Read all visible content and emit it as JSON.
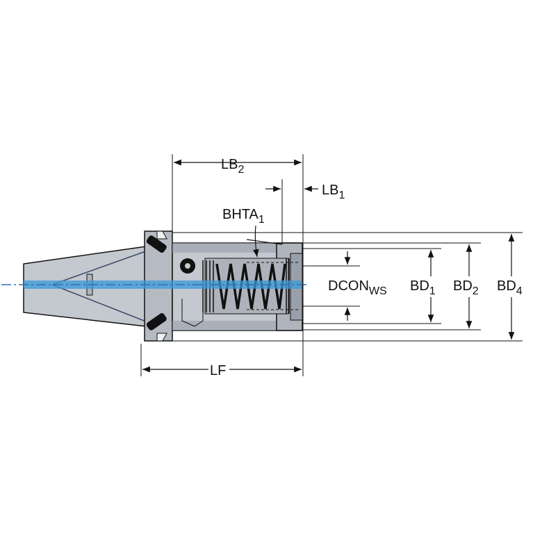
{
  "colors": {
    "background": "#ffffff",
    "outline": "#111111",
    "body_fill": "#c4c8cf",
    "body_dark": "#9aa0aa",
    "centerline": "#2f6fb0",
    "coolant": "#3a9ad9"
  },
  "labels": {
    "lb2": {
      "main": "LB",
      "sub": "2"
    },
    "lb1": {
      "main": "LB",
      "sub": "1"
    },
    "bhta1": {
      "main": "BHTA",
      "sub": "1"
    },
    "dcon_ws": {
      "main": "DCON",
      "sub": "WS"
    },
    "bd1": {
      "main": "BD",
      "sub": "1"
    },
    "bd2": {
      "main": "BD",
      "sub": "2"
    },
    "bd4": {
      "main": "BD",
      "sub": "4"
    },
    "lf": {
      "main": "LF"
    }
  }
}
